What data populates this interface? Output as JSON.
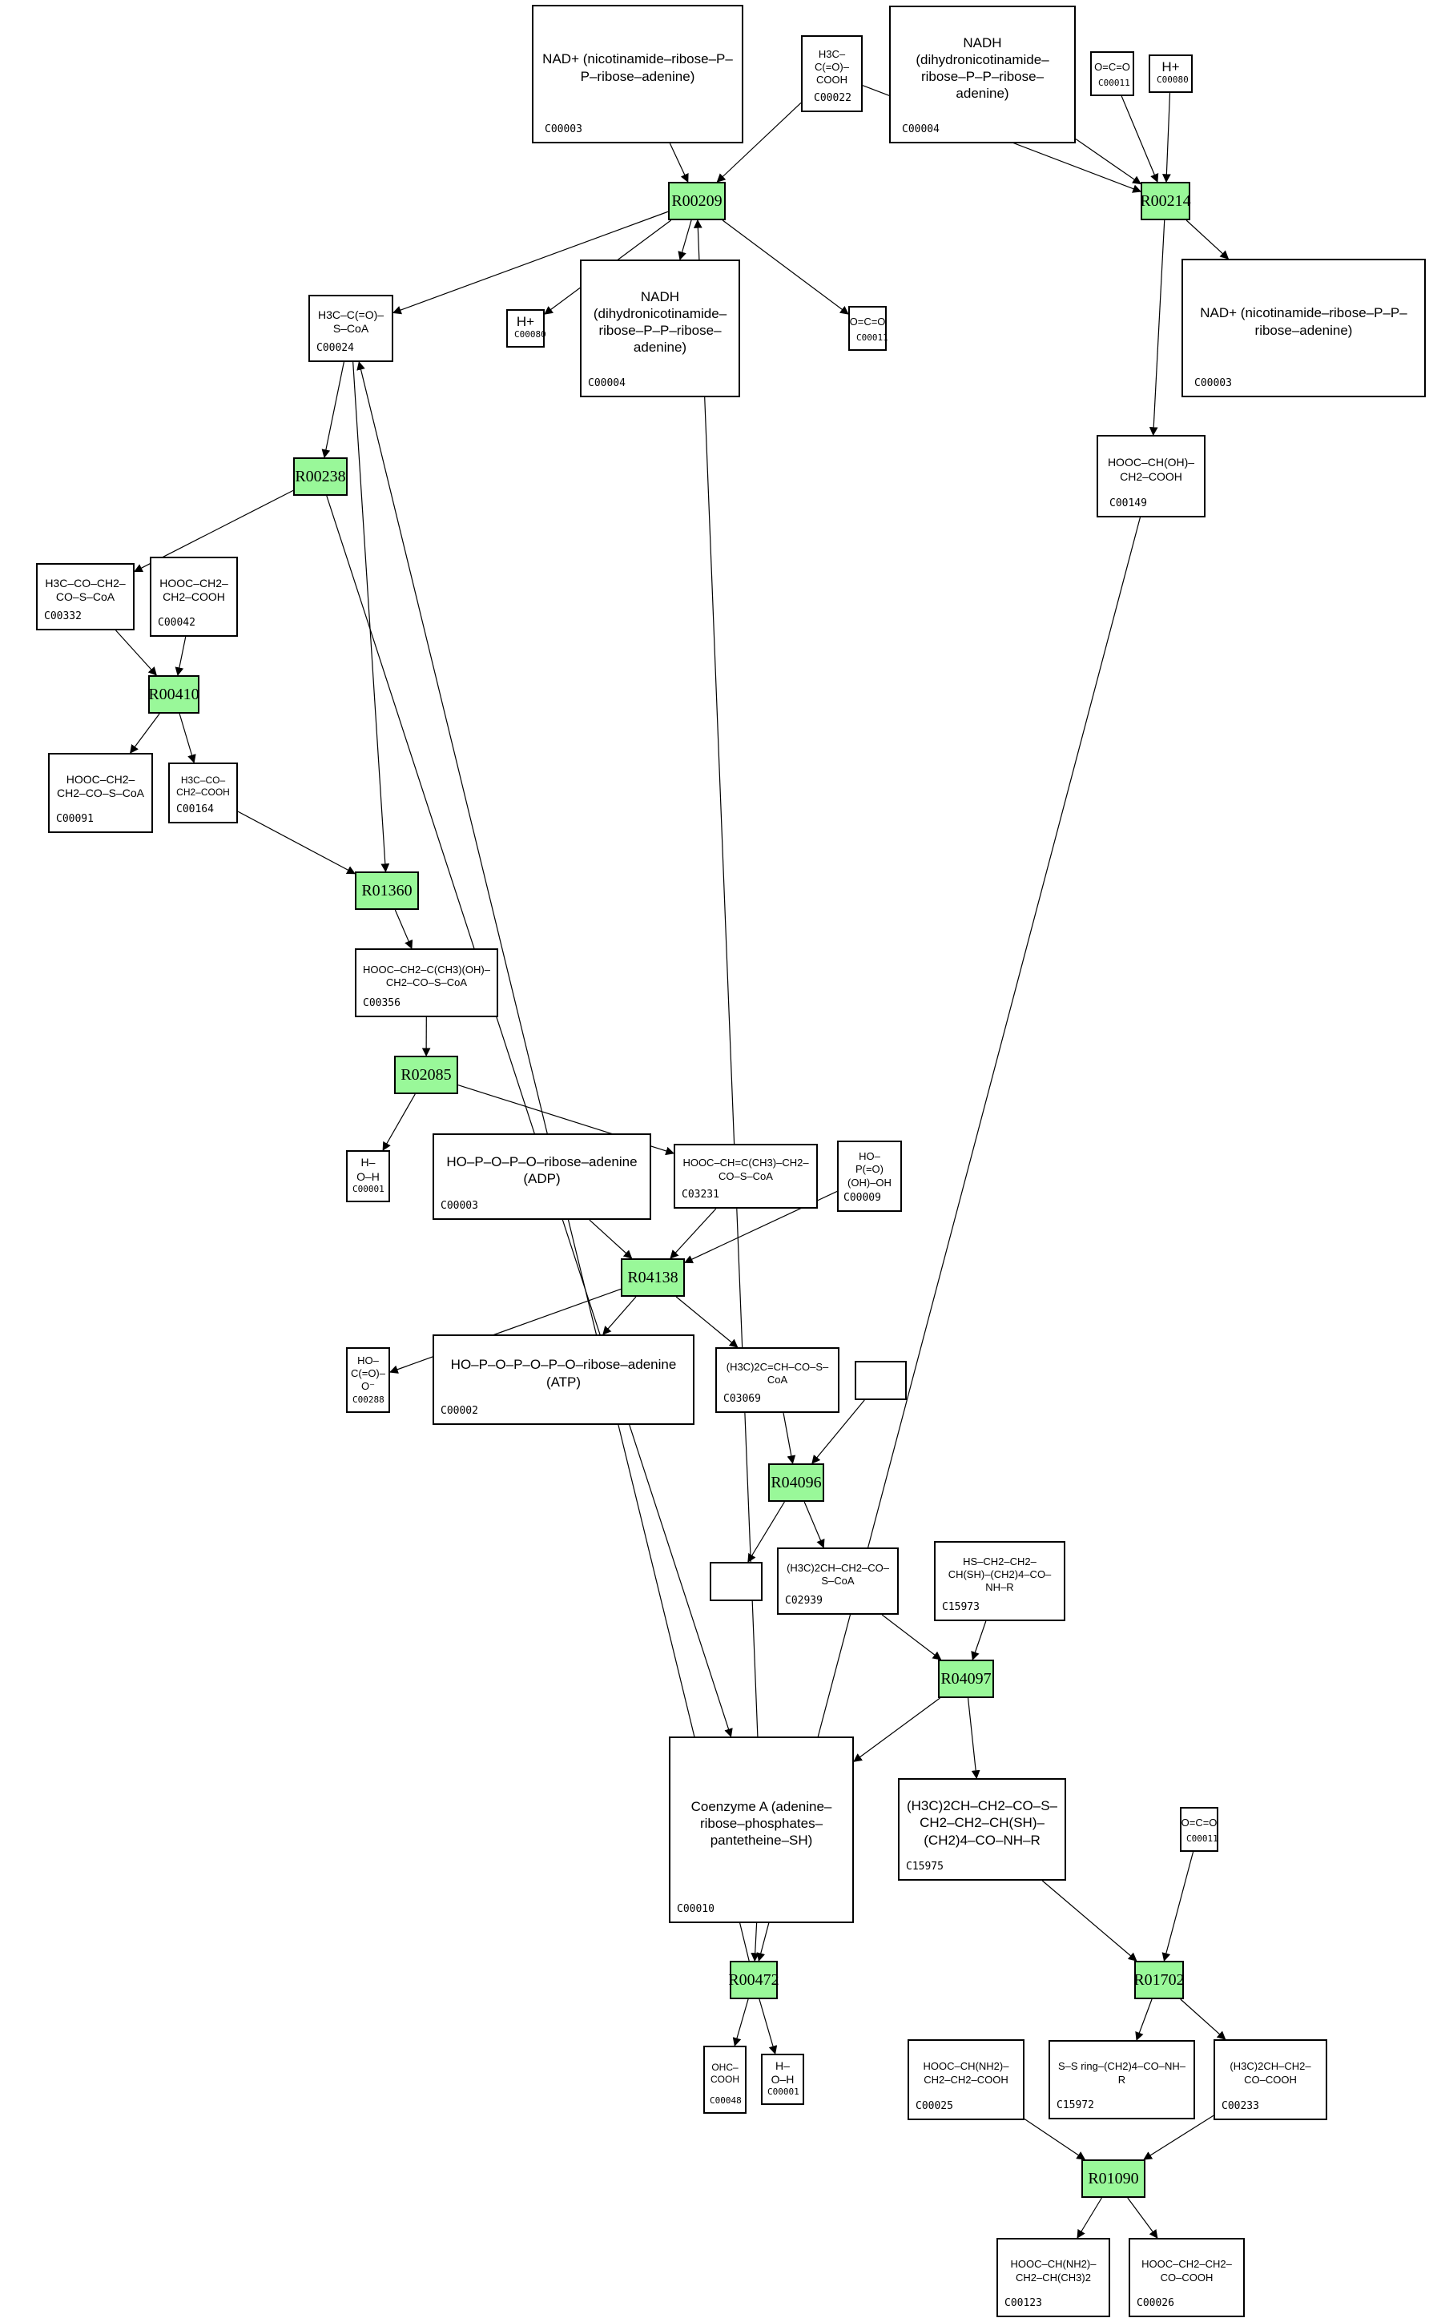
{
  "title": "Leucine / HMG-CoA metabolic pathway graph",
  "colors": {
    "reaction_fill": "#99f899",
    "border": "#000000",
    "edge": "#000000",
    "background": "#ffffff"
  },
  "reactions": [
    {
      "id": "R00209",
      "label": "R00209"
    },
    {
      "id": "R00214",
      "label": "R00214"
    },
    {
      "id": "R00238",
      "label": "R00238"
    },
    {
      "id": "R00410",
      "label": "R00410"
    },
    {
      "id": "R01360",
      "label": "R01360"
    },
    {
      "id": "R02085",
      "label": "R02085"
    },
    {
      "id": "R04138",
      "label": "R04138"
    },
    {
      "id": "R04096",
      "label": "R04096"
    },
    {
      "id": "R04097",
      "label": "R04097"
    },
    {
      "id": "R00472",
      "label": "R00472"
    },
    {
      "id": "R01702",
      "label": "R01702"
    },
    {
      "id": "R01090",
      "label": "R01090"
    }
  ],
  "compounds": [
    {
      "key": "c00003_top",
      "id": "C00003",
      "formula": "NAD+ (nicotinamide–ribose–P–P–ribose–adenine)"
    },
    {
      "key": "c00022_top",
      "id": "C00022",
      "formula": "H3C–C(=O)–COOH"
    },
    {
      "key": "c00004_top",
      "id": "C00004",
      "formula": "NADH (dihydronicotinamide–ribose–P–P–ribose–adenine)"
    },
    {
      "key": "c00011_top",
      "id": "C00011",
      "formula": "O=C=O"
    },
    {
      "key": "c00080_top",
      "id": "C00080",
      "formula": "H+"
    },
    {
      "key": "c00024",
      "id": "C00024",
      "formula": "H3C–C(=O)–S–CoA"
    },
    {
      "key": "c00080_mid",
      "id": "C00080",
      "formula": "H+"
    },
    {
      "key": "c00004_mid",
      "id": "C00004",
      "formula": "NADH (dihydronicotinamide–ribose–P–P–ribose–adenine)"
    },
    {
      "key": "c00011_mid",
      "id": "C00011",
      "formula": "O=C=O"
    },
    {
      "key": "c00003_right",
      "id": "C00003",
      "formula": "NAD+ (nicotinamide–ribose–P–P–ribose–adenine)"
    },
    {
      "key": "c00149",
      "id": "C00149",
      "formula": "HOOC–CH(OH)–CH2–COOH"
    },
    {
      "key": "c00332",
      "id": "C00332",
      "formula": "H3C–CO–CH2–CO–S–CoA"
    },
    {
      "key": "c00042",
      "id": "C00042",
      "formula": "HOOC–CH2–CH2–COOH"
    },
    {
      "key": "c00091",
      "id": "C00091",
      "formula": "HOOC–CH2–CH2–CO–S–CoA"
    },
    {
      "key": "c00164",
      "id": "C00164",
      "formula": "H3C–CO–CH2–COOH"
    },
    {
      "key": "c00356",
      "id": "C00356",
      "formula": "HOOC–CH2–C(CH3)(OH)–CH2–CO–S–CoA"
    },
    {
      "key": "c00001_mid",
      "id": "C00001",
      "formula": "H–O–H"
    },
    {
      "key": "c00008",
      "id": "C00003",
      "formula": "HO–P–O–P–O–ribose–adenine (ADP)"
    },
    {
      "key": "c03231",
      "id": "C03231",
      "formula": "HOOC–CH=C(CH3)–CH2–CO–S–CoA"
    },
    {
      "key": "c00009",
      "id": "C00009",
      "formula": "HO–P(=O)(OH)–OH"
    },
    {
      "key": "c00288",
      "id": "C00288",
      "formula": "HO–C(=O)–O⁻"
    },
    {
      "key": "c00002",
      "id": "C00002",
      "formula": "HO–P–O–P–O–P–O–ribose–adenine (ATP)"
    },
    {
      "key": "c03069",
      "id": "C03069",
      "formula": "(H3C)2C=CH–CO–S–CoA"
    },
    {
      "key": "c02939",
      "id": "C02939",
      "formula": "(H3C)2CH–CH2–CO–S–CoA"
    },
    {
      "key": "c15973",
      "id": "C15973",
      "formula": "HS–CH2–CH2–CH(SH)–(CH2)4–CO–NH–R"
    },
    {
      "key": "c00010",
      "id": "C00010",
      "formula": "Coenzyme A (adenine–ribose–phosphates–pantetheine–SH)"
    },
    {
      "key": "c15975",
      "id": "C15975",
      "formula": "(H3C)2CH–CH2–CO–S–CH2–CH2–CH(SH)–(CH2)4–CO–NH–R"
    },
    {
      "key": "c00011_low",
      "id": "C00011",
      "formula": "O=C=O"
    },
    {
      "key": "c00048",
      "id": "C00048",
      "formula": "OHC–COOH"
    },
    {
      "key": "c00001_low",
      "id": "C00001",
      "formula": "H–O–H"
    },
    {
      "key": "c00025",
      "id": "C00025",
      "formula": "HOOC–CH(NH2)–CH2–CH2–COOH"
    },
    {
      "key": "c15972",
      "id": "C15972",
      "formula": "S–S ring–(CH2)4–CO–NH–R"
    },
    {
      "key": "c00233",
      "id": "C00233",
      "formula": "(H3C)2CH–CH2–CO–COOH"
    },
    {
      "key": "c00123",
      "id": "C00123",
      "formula": "HOOC–CH(NH2)–CH2–CH(CH3)2"
    },
    {
      "key": "c00026",
      "id": "C00026",
      "formula": "HOOC–CH2–CH2–CO–COOH"
    }
  ],
  "empty_nodes": [
    {
      "key": "empty_a"
    },
    {
      "key": "empty_b"
    }
  ],
  "edges": [
    [
      "c00003_top",
      "R00209"
    ],
    [
      "c00022_top",
      "R00209"
    ],
    [
      "c00022_top",
      "R00214"
    ],
    [
      "c00004_top",
      "R00214"
    ],
    [
      "c00011_top",
      "R00214"
    ],
    [
      "c00080_top",
      "R00214"
    ],
    [
      "R00209",
      "c00024"
    ],
    [
      "R00209",
      "c00080_mid"
    ],
    [
      "R00209",
      "c00004_mid"
    ],
    [
      "R00209",
      "c00011_mid"
    ],
    [
      "R00214",
      "c00003_right"
    ],
    [
      "R00214",
      "c00149"
    ],
    [
      "c00149",
      "R00472"
    ],
    [
      "c00024",
      "R00238"
    ],
    [
      "c00024",
      "R01360"
    ],
    [
      "R00238",
      "c00332"
    ],
    [
      "R00238",
      "c00010"
    ],
    [
      "c00332",
      "R00410"
    ],
    [
      "c00042",
      "R00410"
    ],
    [
      "R00410",
      "c00091"
    ],
    [
      "R00410",
      "c00164"
    ],
    [
      "c00164",
      "R01360"
    ],
    [
      "R01360",
      "c00356"
    ],
    [
      "c00356",
      "R02085"
    ],
    [
      "R02085",
      "c00001_mid"
    ],
    [
      "R02085",
      "c03231"
    ],
    [
      "c00008",
      "R04138"
    ],
    [
      "c03231",
      "R04138"
    ],
    [
      "c00009",
      "R04138"
    ],
    [
      "R04138",
      "c00288"
    ],
    [
      "R04138",
      "c00002"
    ],
    [
      "R04138",
      "c03069"
    ],
    [
      "c03069",
      "R04096"
    ],
    [
      "empty_a",
      "R04096"
    ],
    [
      "R04096",
      "empty_b"
    ],
    [
      "R04096",
      "c02939"
    ],
    [
      "c02939",
      "R04097"
    ],
    [
      "c15973",
      "R04097"
    ],
    [
      "R04097",
      "c00010"
    ],
    [
      "R04097",
      "c15975"
    ],
    [
      "c00010",
      "R00472"
    ],
    [
      "c00010",
      "R00209"
    ],
    [
      "R00472",
      "c00024"
    ],
    [
      "R00472",
      "c00048"
    ],
    [
      "R00472",
      "c00001_low"
    ],
    [
      "c15975",
      "R01702"
    ],
    [
      "c00011_low",
      "R01702"
    ],
    [
      "R01702",
      "c15972"
    ],
    [
      "R01702",
      "c00233"
    ],
    [
      "c00025",
      "R01090"
    ],
    [
      "c00233",
      "R01090"
    ],
    [
      "R01090",
      "c00123"
    ],
    [
      "R01090",
      "c00026"
    ]
  ]
}
